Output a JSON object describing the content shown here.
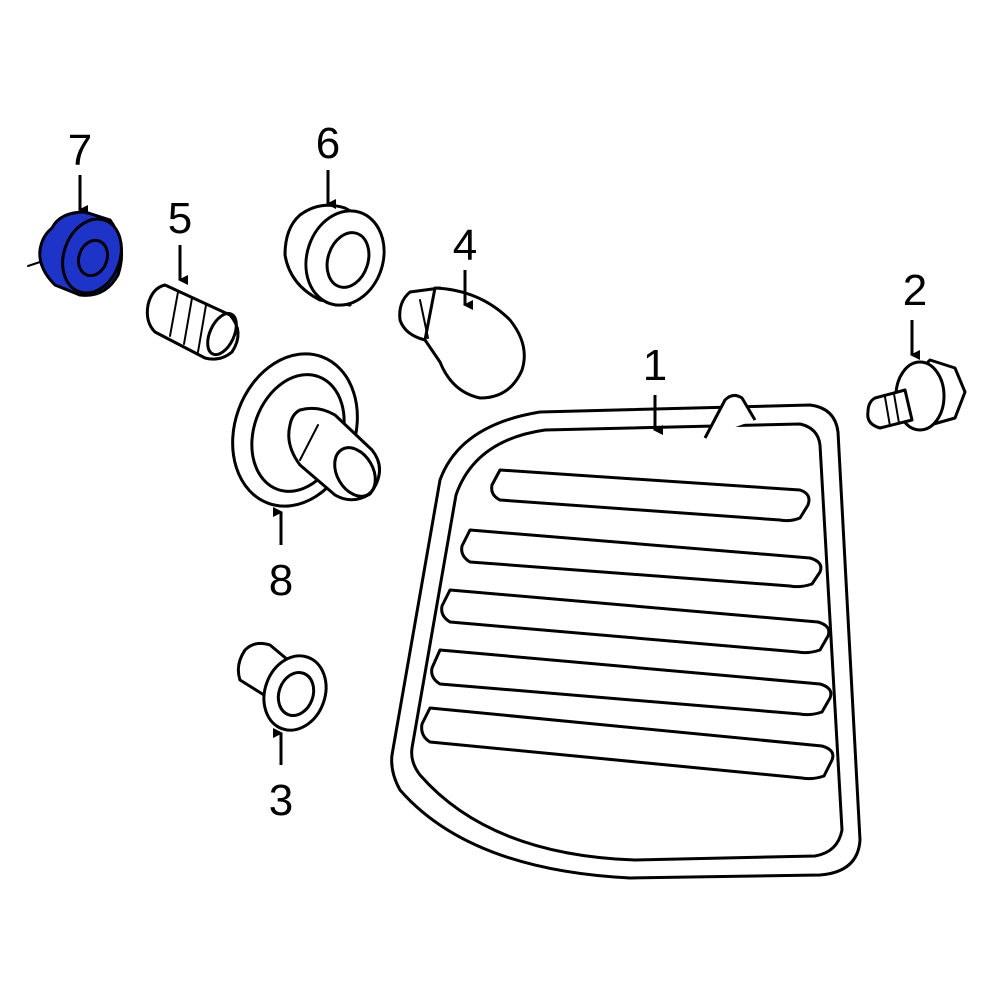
{
  "callouts": {
    "c1": "1",
    "c2": "2",
    "c3": "3",
    "c4": "4",
    "c5": "5",
    "c6": "6",
    "c7": "7",
    "c8": "8"
  },
  "colors": {
    "highlight": "#1e34c8",
    "line": "#000000",
    "background": "#ffffff"
  }
}
